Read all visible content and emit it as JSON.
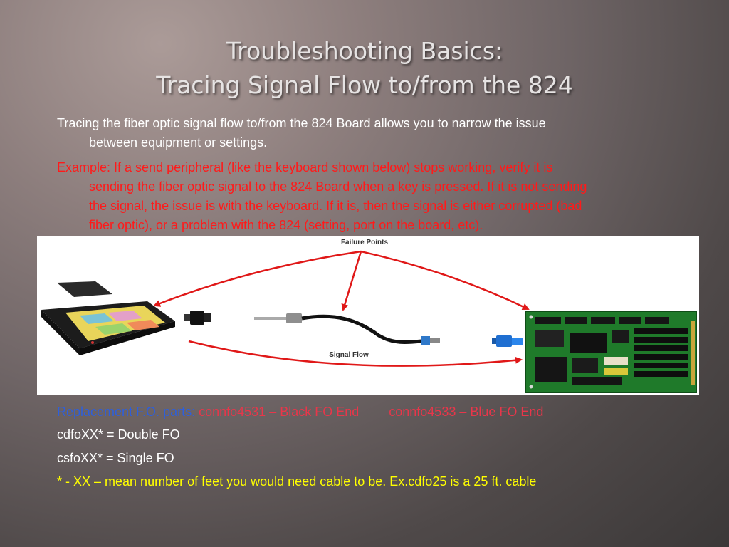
{
  "title": {
    "line1": "Troubleshooting Basics:",
    "line2": "Tracing Signal Flow to/from the 824"
  },
  "intro": {
    "line1": "Tracing the fiber optic signal flow to/from the 824 Board allows you to narrow the issue",
    "line2": "between equipment or settings."
  },
  "example": {
    "line1": "Example: If a send peripheral (like the keyboard shown below) stops working, verify it is",
    "line2": "sending the fiber optic signal to the 824 Board when a key is pressed. If it is not sending",
    "line3": "the signal, the issue is with the keyboard. If it is, then the signal is either corrupted (bad",
    "line4": "fiber optic), or a problem with the 824 (setting, port on the board, etc)."
  },
  "diagram": {
    "failure_label": "Failure Points",
    "flow_label": "Signal Flow"
  },
  "parts": {
    "label": "Replacement F.O. parts:",
    "part1": "connfo4531 – Black FO End",
    "part2": "connfo4533 – Blue FO End"
  },
  "double_fo": "cdfoXX* = Double FO",
  "single_fo": "csfoXX* = Single FO",
  "footnote": "* - XX – mean number of feet you would need cable to be. Ex.cdfo25 is a 25 ft. cable",
  "colors": {
    "example_text": "#ff1a1a",
    "parts_label": "#2f5fd9",
    "parts_values": "#e8364a",
    "footnote": "#ffff00",
    "arrow": "#e01818",
    "board": "#1f7a2a"
  }
}
